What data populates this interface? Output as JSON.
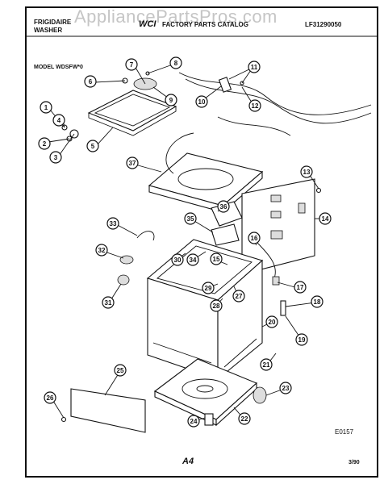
{
  "header": {
    "brand_line1": "FRIGIDAIRE",
    "brand_line2": "WASHER",
    "logo_text": "WCI",
    "catalog_title": "FACTORY PARTS CATALOG",
    "catalog_number": "LF31290050",
    "watermark": "AppliancePartsPros.com"
  },
  "model_label": "MODEL WDSFW*0",
  "callouts": [
    "1",
    "2",
    "3",
    "4",
    "5",
    "6",
    "7",
    "8",
    "9",
    "10",
    "11",
    "12",
    "13",
    "14",
    "15",
    "16",
    "17",
    "18",
    "19",
    "20",
    "21",
    "22",
    "23",
    "24",
    "25",
    "26",
    "27",
    "28",
    "29",
    "30",
    "31",
    "32",
    "33",
    "34",
    "35",
    "36",
    "37"
  ],
  "footer": {
    "drawing_code": "E0157",
    "page_mark": "A4",
    "date": "3/90"
  },
  "colors": {
    "ink": "#111111",
    "paper": "#ffffff"
  }
}
